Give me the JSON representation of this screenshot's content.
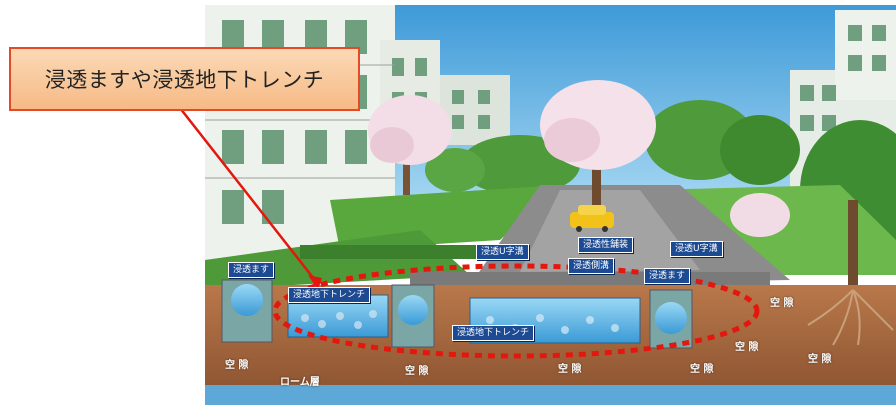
{
  "callout": {
    "text": "浸透ますや浸透地下トレンチ"
  },
  "illustration_labels": {
    "masu_left": "浸透ます",
    "trench_left": "浸透地下トレンチ",
    "pavement_left": "浸透U字溝",
    "parking": "浸透性舗装",
    "road": "浸透側溝",
    "masu_right": "浸透ます",
    "pavement_right": "浸透U字溝",
    "trench_center": "浸透地下トレンチ",
    "soil_1": "空 隙",
    "soil_2": "空 隙",
    "soil_3": "空 隙",
    "soil_4": "空 隙",
    "soil_5": "空 隙",
    "soil_6": "空 隙",
    "soil_7": "空 隙",
    "loam": "ローム層"
  },
  "colors": {
    "callout_border": "#e64a24",
    "callout_fill": "#f6ba86",
    "annotation_red": "#e3170d",
    "label_blue": "#1c4a93",
    "sky": "#63b3e3",
    "soil": "#a0623a",
    "water": "#4fb3e8"
  }
}
